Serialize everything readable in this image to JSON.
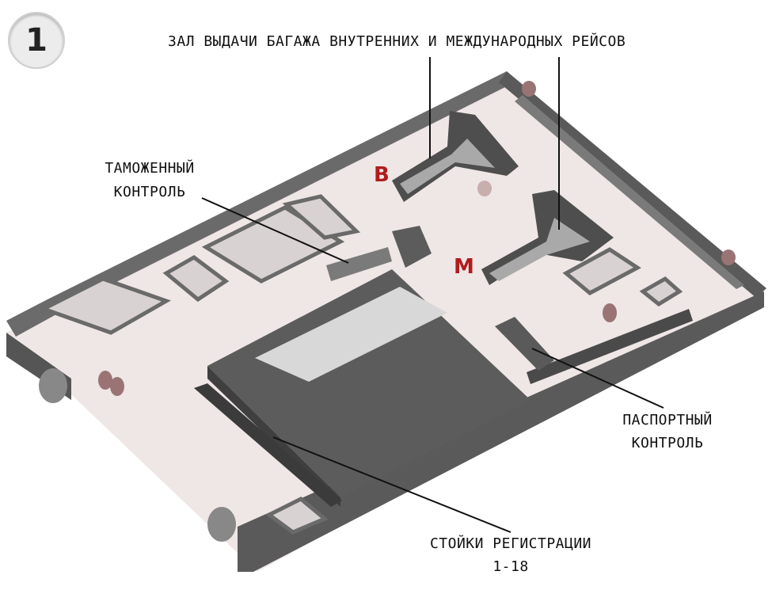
{
  "floor": {
    "number": "1"
  },
  "labels": {
    "baggage": "ЗАЛ ВЫДАЧИ БАГАЖА ВНУТРЕННИХ И МЕЖДУНАРОДНЫХ РЕЙСОВ",
    "customs_1": "ТАМОЖЕННЫЙ",
    "customs_2": "КОНТРОЛЬ",
    "passport_1": "ПАСПОРТНЫЙ",
    "passport_2": "КОНТРОЛЬ",
    "checkin_1": "СТОЙКИ РЕГИСТРАЦИИ",
    "checkin_2": "1-18"
  },
  "zones": {
    "domestic": "В",
    "international": "М"
  },
  "colors": {
    "floor": "#efe6e6",
    "wall_top": "#6a6a6a",
    "wall_side": "#444444",
    "room_floor": "#d9d2d2",
    "hall_block": "#585858",
    "hall_window": "#d8d8d8",
    "zone_letter": "#b01c1c",
    "pillar": "#9a7474"
  }
}
